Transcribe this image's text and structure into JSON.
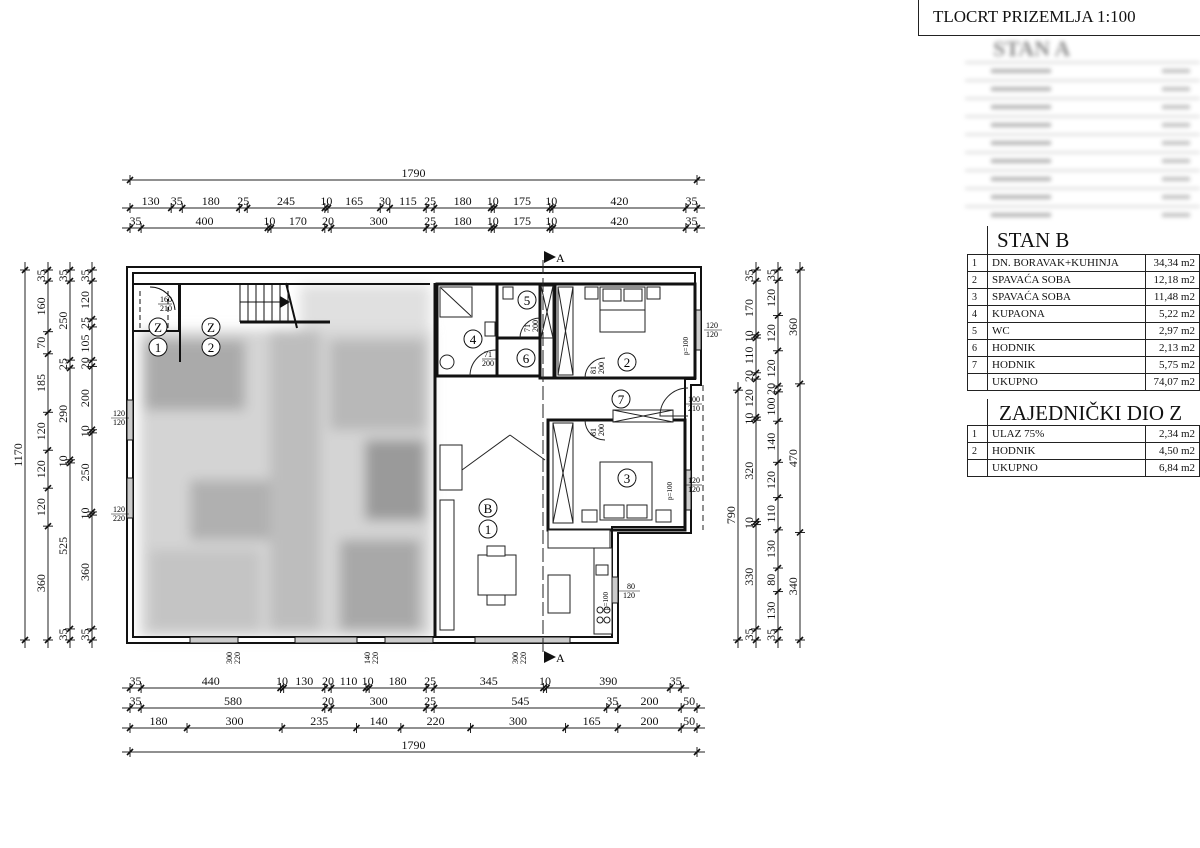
{
  "title": "TLOCRT PRIZEMLJA 1:100",
  "stan_a": {
    "title": "STAN A"
  },
  "stan_b": {
    "title": "STAN B",
    "rows": [
      {
        "n": "1",
        "name": "DN. BORAVAK+KUHINJA",
        "area": "34,34 m2"
      },
      {
        "n": "2",
        "name": "SPAVAĆA SOBA",
        "area": "12,18 m2"
      },
      {
        "n": "3",
        "name": "SPAVAĆA SOBA",
        "area": "11,48 m2"
      },
      {
        "n": "4",
        "name": "KUPAONA",
        "area": "5,22 m2"
      },
      {
        "n": "5",
        "name": "WC",
        "area": "2,97 m2"
      },
      {
        "n": "6",
        "name": "HODNIK",
        "area": "2,13 m2"
      },
      {
        "n": "7",
        "name": "HODNIK",
        "area": "5,75 m2"
      }
    ],
    "total": {
      "name": "UKUPNO",
      "area": "74,07 m2"
    }
  },
  "zajednicki": {
    "title": "ZAJEDNIČKI DIO Z",
    "rows": [
      {
        "n": "1",
        "name": "ULAZ 75%",
        "area": "2,34 m2"
      },
      {
        "n": "2",
        "name": "HODNIK",
        "area": "4,50 m2"
      }
    ],
    "total": {
      "name": "UKUPNO",
      "area": "6,84 m2"
    }
  },
  "dimensions": {
    "top": [
      [
        1790
      ],
      [
        130,
        35,
        180,
        25,
        245,
        10,
        165,
        30,
        115,
        25,
        180,
        10,
        175,
        10,
        420,
        35
      ],
      [
        35,
        400,
        10,
        170,
        20,
        300,
        25,
        180,
        10,
        175,
        10,
        420,
        35
      ]
    ],
    "bottom": [
      [
        35,
        440,
        10,
        130,
        20,
        110,
        10,
        180,
        25,
        345,
        10,
        390,
        35
      ],
      [
        35,
        580,
        20,
        300,
        25,
        545,
        35,
        200,
        50
      ],
      [
        180,
        300,
        235,
        140,
        220,
        300,
        165,
        200,
        50
      ],
      [
        1790
      ]
    ],
    "left": [
      [
        1170
      ],
      [
        35,
        160,
        70,
        185,
        120,
        120,
        120,
        360
      ],
      [
        35,
        250,
        25,
        290,
        10,
        525,
        35
      ],
      [
        35,
        120,
        25,
        105,
        20,
        200,
        10,
        250,
        10,
        360,
        35
      ]
    ],
    "right_partial": {
      "start": 380,
      "values": [
        790
      ]
    },
    "right": [
      [
        35,
        170,
        10,
        110,
        20,
        120,
        10,
        320,
        10,
        330,
        35
      ],
      [
        35,
        120,
        120,
        120,
        20,
        100,
        140,
        120,
        110,
        130,
        80,
        130,
        35
      ],
      [
        360,
        470,
        340
      ]
    ]
  },
  "plan": {
    "section_marker": "A",
    "apartment": "B",
    "common_letter": "Z",
    "rooms": {
      "r1": "1",
      "r2": "2",
      "r3": "3",
      "r4": "4",
      "r5": "5",
      "r6": "6",
      "r7": "7",
      "z1": "1",
      "z2": "2"
    },
    "openings": {
      "door_z1": [
        "160",
        "210"
      ],
      "door_bath": [
        "71",
        "200"
      ],
      "door_wc": [
        "71",
        "200"
      ],
      "door_bed2": [
        "81",
        "200"
      ],
      "door_bed3": [
        "81",
        "200"
      ],
      "door_entry": [
        "100",
        "210"
      ],
      "win_bed2": [
        "120",
        "120"
      ],
      "win_bed3": [
        "120",
        "120"
      ],
      "win_kitchen": [
        "80",
        "120"
      ],
      "win_left1": [
        "120",
        "120"
      ],
      "win_left2": [
        "120",
        "220"
      ],
      "win_bottom1": [
        "300",
        "220"
      ],
      "win_bottom2": [
        "140",
        "220"
      ],
      "win_bottom3": [
        "300",
        "220"
      ]
    },
    "sill_label": "p=100"
  }
}
